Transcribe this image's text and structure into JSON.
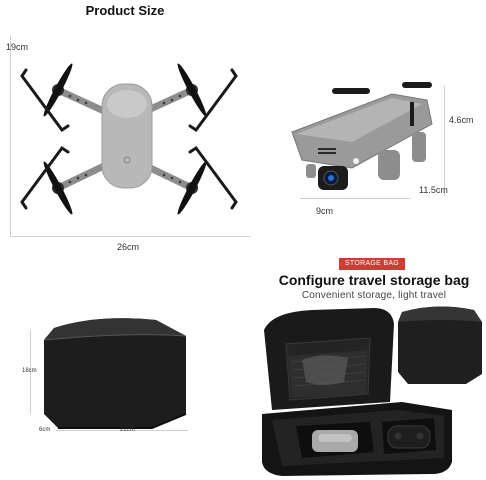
{
  "product_size": {
    "title": "Product Size",
    "top_view": {
      "height_label": "19cm",
      "width_label": "26cm"
    },
    "front_view": {
      "height_label": "4.6cm",
      "depth_label": "11.5cm",
      "width_label": "9cm"
    }
  },
  "bag_dimensions": {
    "height_label": "18cm",
    "depth_label": "6cm",
    "width_label": "22cm"
  },
  "storage_bag": {
    "tag": "STORAGE BAG",
    "title": "Configure travel storage bag",
    "subtitle": "Convenient storage, light travel"
  }
}
